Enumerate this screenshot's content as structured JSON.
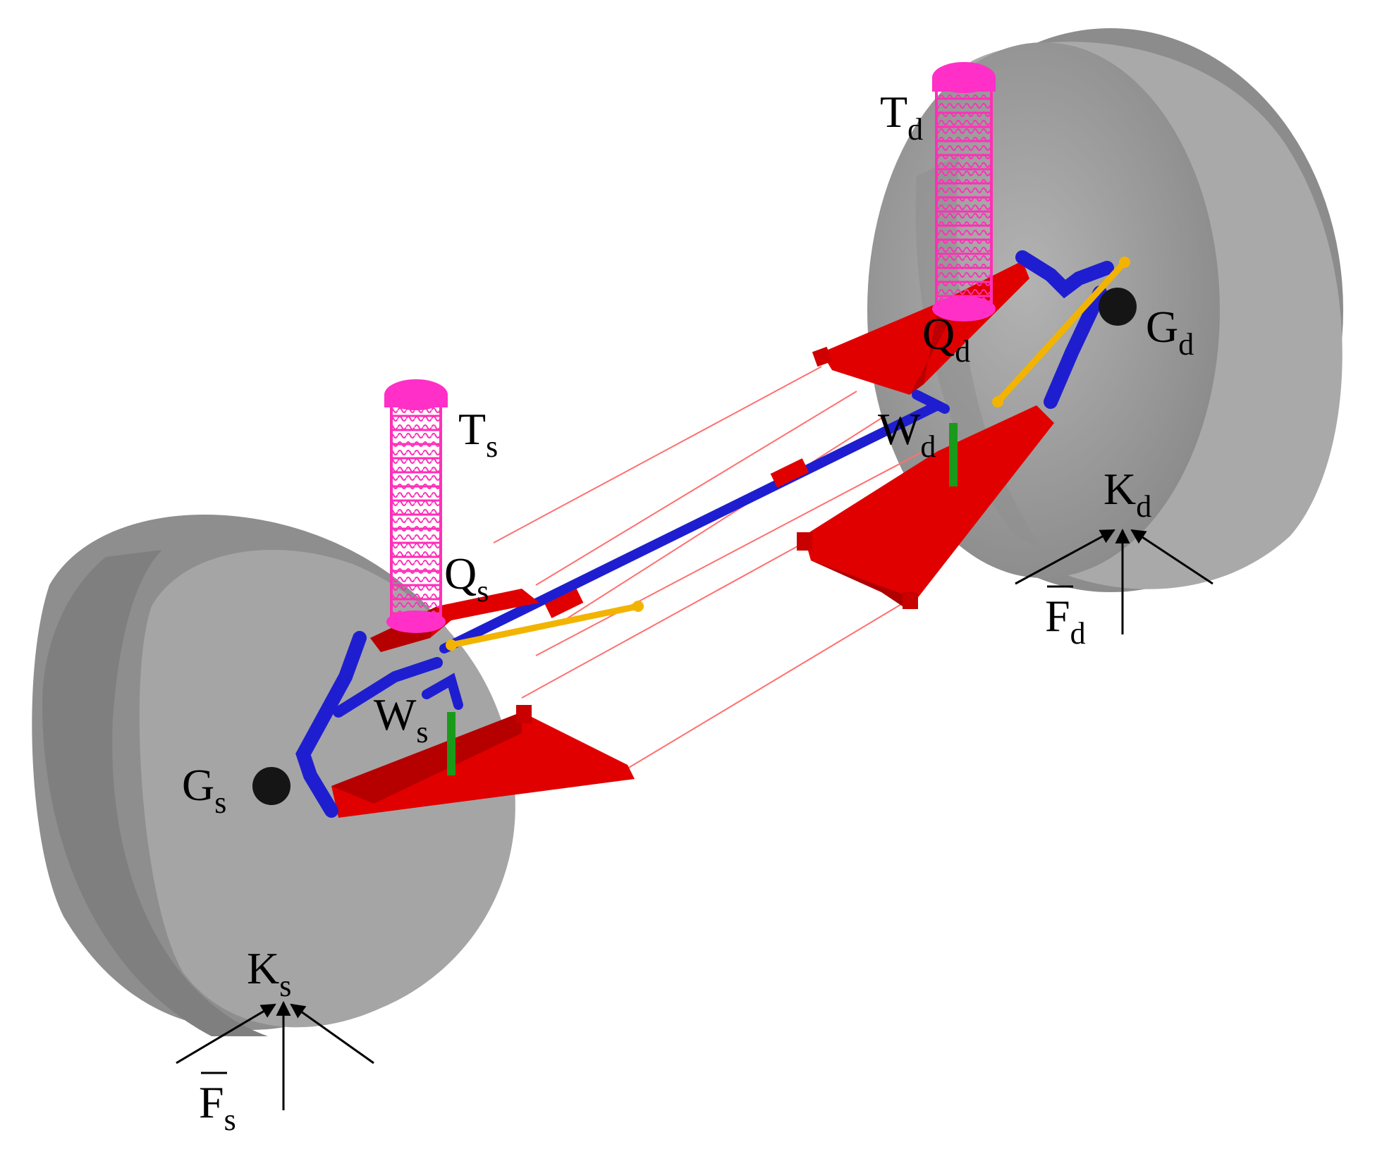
{
  "diagram": {
    "labels": {
      "T_d": {
        "main": "T",
        "sub": "d"
      },
      "T_s": {
        "main": "T",
        "sub": "s"
      },
      "Q_d": {
        "main": "Q",
        "sub": "d"
      },
      "Q_s": {
        "main": "Q",
        "sub": "s"
      },
      "G_d": {
        "main": "G",
        "sub": "d"
      },
      "G_s": {
        "main": "G",
        "sub": "s"
      },
      "W_d": {
        "main": "W",
        "sub": "d"
      },
      "W_s": {
        "main": "W",
        "sub": "s"
      },
      "K_d": {
        "main": "K",
        "sub": "d"
      },
      "K_s": {
        "main": "K",
        "sub": "s"
      },
      "F_d": {
        "main": "F",
        "sub": "d"
      },
      "F_s": {
        "main": "F",
        "sub": "s"
      }
    },
    "colors": {
      "wheel": "#9a9a9a",
      "wheel_dark": "#7d7d7d",
      "wheel_light": "#b4b4b4",
      "spring": "#ff2fb8",
      "spring_cap": "#ff2fc8",
      "wishbone": "#e00000",
      "wishbone_dark": "#9a0000",
      "link": "#1e1ed0",
      "link_dark": "#0a0a70",
      "yellow_rod": "#f2b400",
      "green_rod": "#1a9a1a",
      "hub": "#151515",
      "guide_line": "#ff6b6b",
      "arrow": "#000000"
    }
  }
}
